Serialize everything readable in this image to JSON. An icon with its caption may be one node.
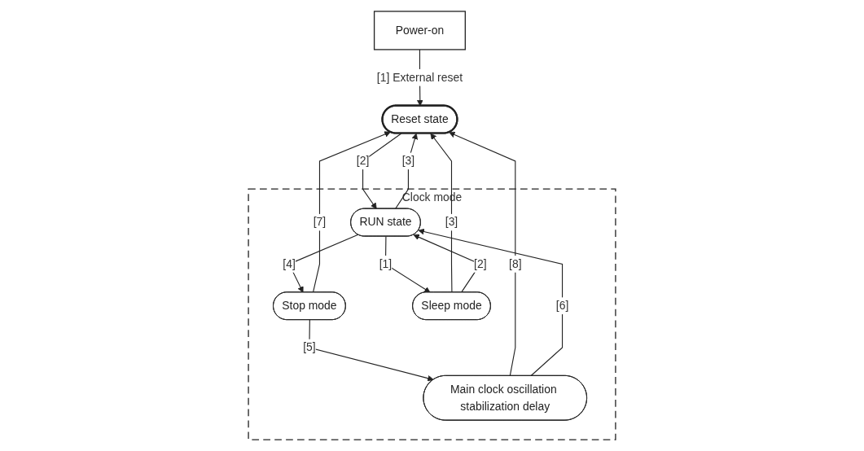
{
  "diagram": {
    "nodes": [
      {
        "text": [
          "Power-on"
        ]
      },
      {
        "text": [
          "Reset state"
        ]
      },
      {
        "text": [
          "Clock mode"
        ]
      },
      {
        "text": [
          "Stop mode"
        ],
        "in": 2
      },
      {
        "text": [
          "RUN state"
        ],
        "in": 2
      },
      {
        "text": [
          "Sleep mode"
        ],
        "in": 2
      },
      {
        "text": [
          "Main clock oscillation stabilization delay"
        ],
        "in": 2
      }
    ],
    "edges": [
      {
        "from": 0,
        "to": 1,
        "arrow": "to",
        "label": "[1] External reset"
      },
      {
        "from": 1,
        "to": 4,
        "arrow": "to",
        "label": "[2]"
      },
      {
        "from": 4,
        "to": 1,
        "arrow": "to",
        "label": "[3]"
      },
      {
        "from": 5,
        "to": 1,
        "arrow": "to",
        "label": "[3]"
      },
      {
        "from": 3,
        "to": 1,
        "arrow": "to",
        "label": "[7]"
      },
      {
        "from": 6,
        "to": 1,
        "arrow": "to",
        "label": "[8]"
      },
      {
        "from": 4,
        "to": 3,
        "arrow": "to",
        "label": "[4]"
      },
      {
        "from": 4,
        "to": 5,
        "arrow": "to",
        "label": "[1]"
      },
      {
        "from": 5,
        "to": 4,
        "arrow": "to",
        "label": "[2]"
      },
      {
        "from": 3,
        "to": 6,
        "arrow": "to",
        "label": "[5]"
      },
      {
        "from": 6,
        "to": 4,
        "arrow": "to",
        "label": "[6]"
      }
    ]
  }
}
